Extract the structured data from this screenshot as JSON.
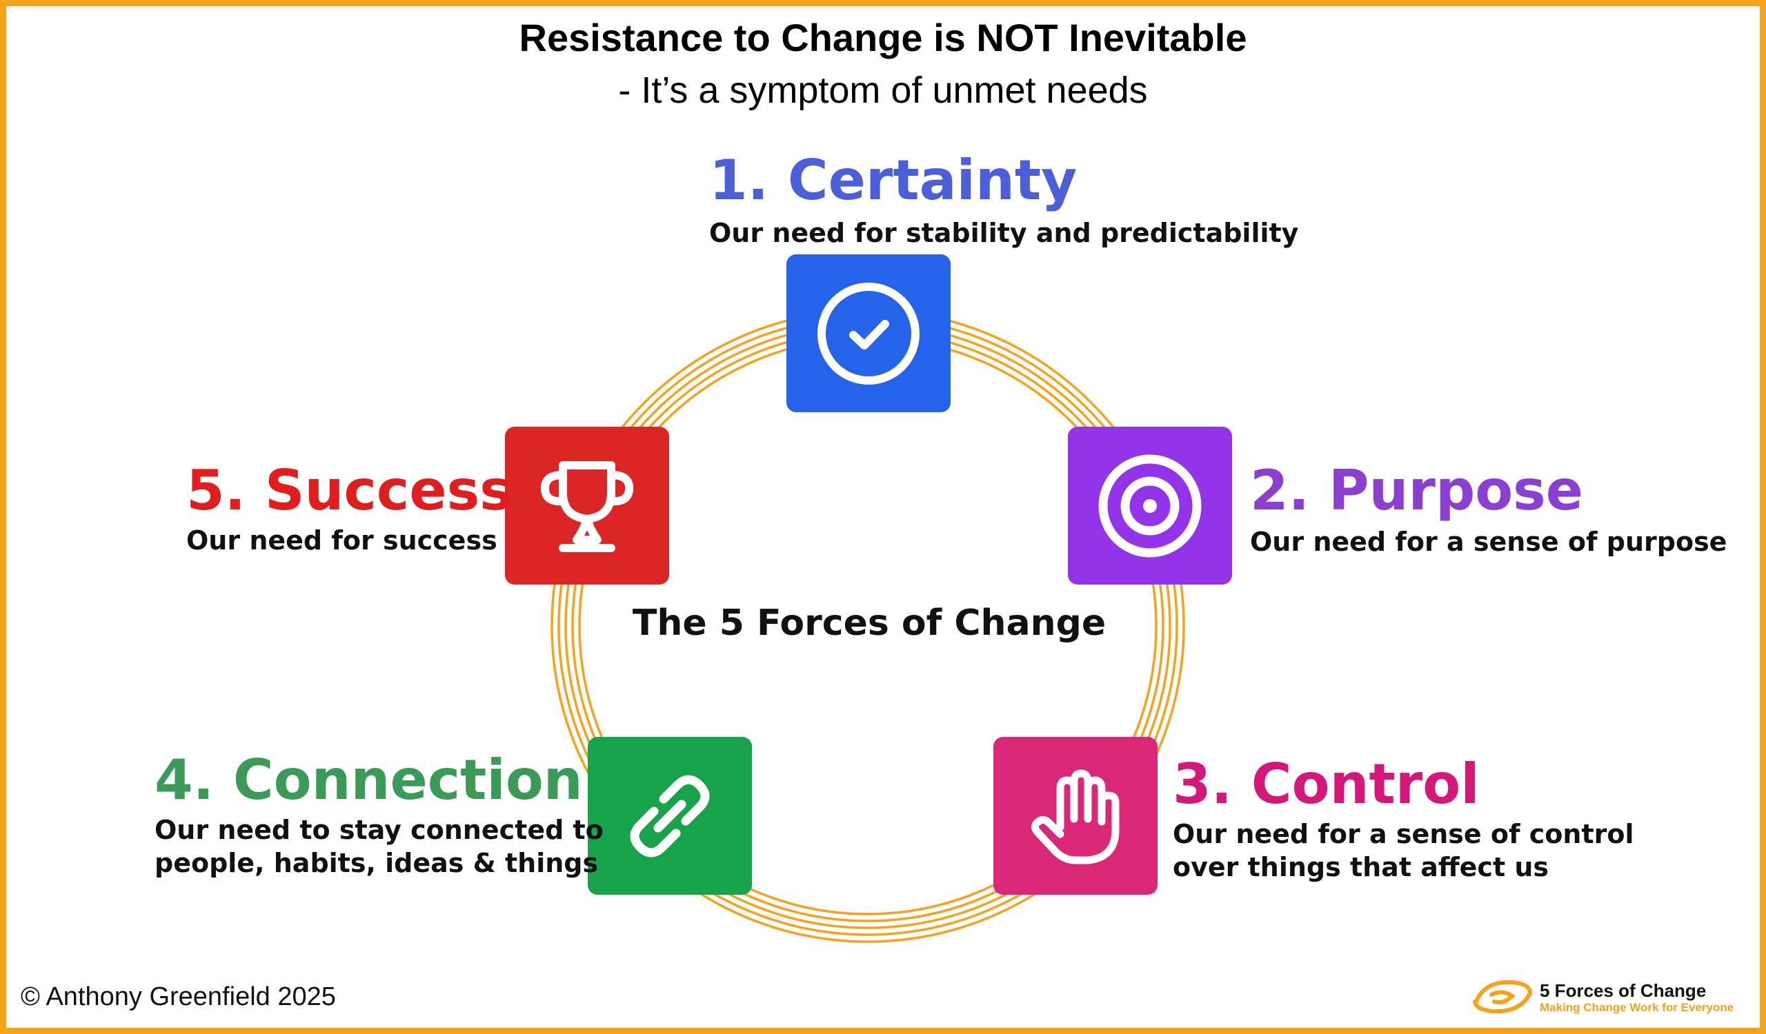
{
  "header": {
    "title": "Resistance to Change is NOT Inevitable",
    "subtitle": "- It’s a symptom of unmet needs"
  },
  "center_label": "The 5 Forces of Change",
  "forces": [
    {
      "title": "1. Certainty",
      "desc_lines": [
        "Our need for stability and predictability"
      ],
      "color": "#4a5fd8",
      "tile_color": "#2563eb",
      "icon": "check-circle-icon"
    },
    {
      "title": "2. Purpose",
      "desc_lines": [
        "Our need for a sense of purpose"
      ],
      "color": "#8b3fd1",
      "tile_color": "#9333ea",
      "icon": "target-icon"
    },
    {
      "title": "3. Control",
      "desc_lines": [
        "Our need for a sense of control",
        "over things that affect us"
      ],
      "color": "#d6177a",
      "tile_color": "#db2777",
      "icon": "hand-icon"
    },
    {
      "title": "4. Connection",
      "desc_lines": [
        "Our need to stay connected to",
        "people, habits, ideas & things"
      ],
      "color": "#3a9b57",
      "tile_color": "#16a34a",
      "icon": "link-icon"
    },
    {
      "title": "5. Success",
      "desc_lines": [
        "Our need for success"
      ],
      "color": "#e01e1e",
      "tile_color": "#dc2626",
      "icon": "trophy-icon"
    }
  ],
  "ring_color": "#f7a21b",
  "footer": {
    "copyright": "© Anthony Greenfield 2025",
    "brand_name": "5 Forces of Change",
    "brand_tagline": "Making Change Work for Everyone",
    "brand_icon": "swirl-logo-icon"
  }
}
